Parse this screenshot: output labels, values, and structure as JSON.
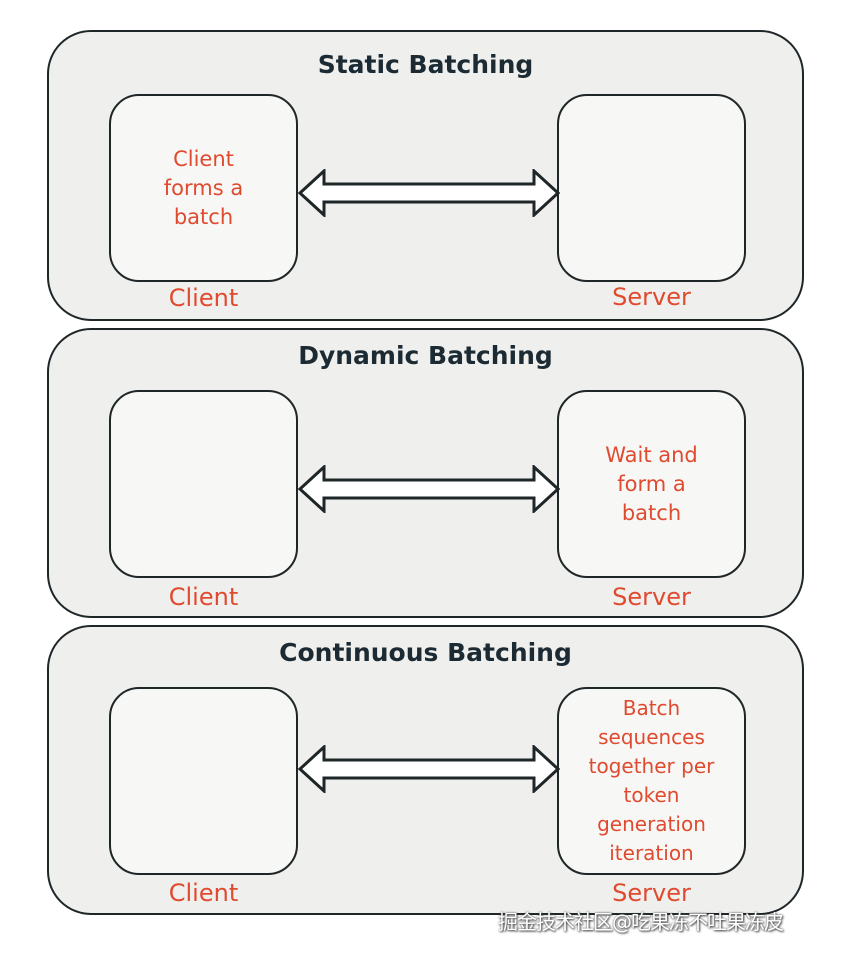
{
  "panels": [
    {
      "title": "Static Batching",
      "client_text": "Client\nforms a\nbatch",
      "server_text": "",
      "client_label": "Client",
      "server_label": "Server"
    },
    {
      "title": "Dynamic Batching",
      "client_text": "",
      "server_text": "Wait and\nform a\nbatch",
      "client_label": "Client",
      "server_label": "Server"
    },
    {
      "title": "Continuous Batching",
      "client_text": "",
      "server_text": "Batch\nsequences\ntogether per\ntoken\ngeneration\niteration",
      "client_label": "Client",
      "server_label": "Server"
    }
  ],
  "watermark": "掘金技术社区@吃果冻不吐果冻皮",
  "colors": {
    "accent_text": "#e04a2f",
    "title_text": "#1c2b33",
    "panel_bg": "#efefed",
    "node_bg": "#f7f7f5",
    "border": "#1f2628"
  },
  "icons": [
    "double-headed-arrow-icon"
  ]
}
